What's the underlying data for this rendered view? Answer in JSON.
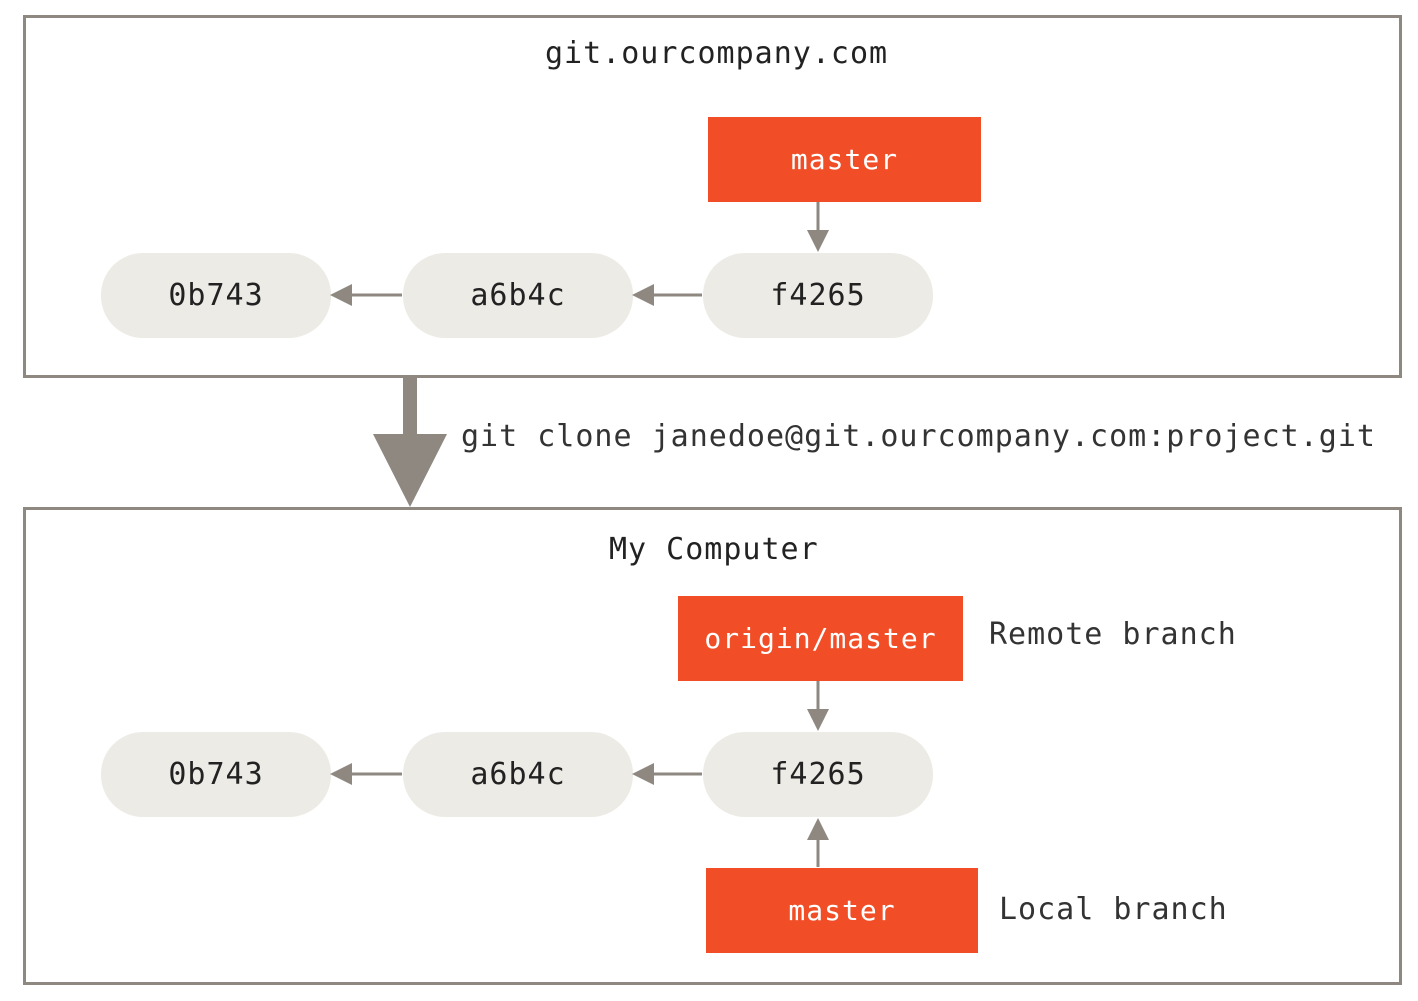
{
  "server": {
    "title": "git.ourcompany.com",
    "commits": [
      "0b743",
      "a6b4c",
      "f4265"
    ],
    "branch": "master"
  },
  "command": "git clone janedoe@git.ourcompany.com:project.git",
  "local": {
    "title": "My Computer",
    "commits": [
      "0b743",
      "a6b4c",
      "f4265"
    ],
    "remote_branch": "origin/master",
    "remote_branch_note": "Remote branch",
    "local_branch": "master",
    "local_branch_note": "Local branch"
  },
  "colors": {
    "branch": "#f14e28",
    "commit": "#edebe6",
    "arrow": "#8e8881"
  }
}
